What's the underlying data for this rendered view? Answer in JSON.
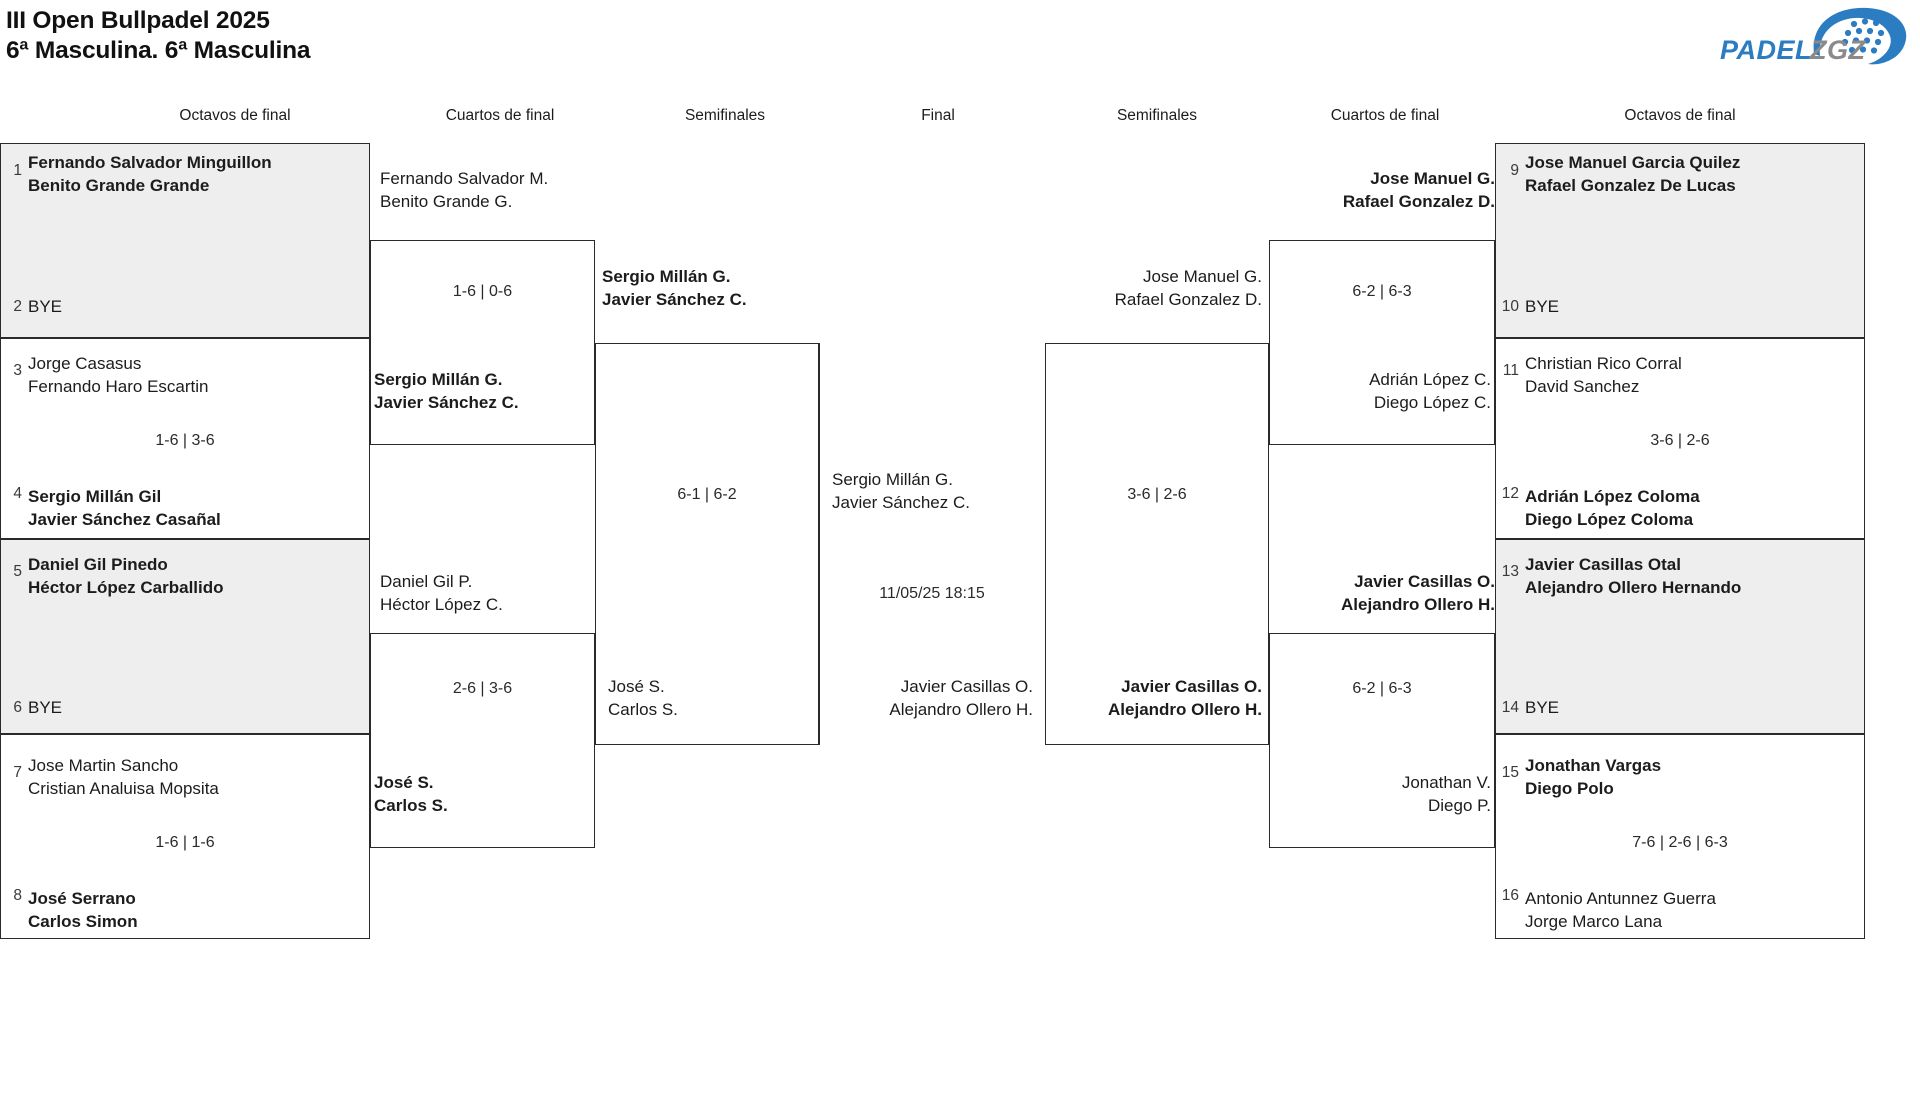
{
  "header": {
    "title_line1": "III Open Bullpadel 2025",
    "title_line2": "6ª Masculina. 6ª Masculina",
    "logo_primary": "PADEL",
    "logo_secondary": "ZGZ",
    "brand_blue": "#2b7cc0",
    "brand_gray": "#8a8a8a"
  },
  "rounds": {
    "r16_left": "Octavos de final",
    "qf_left": "Cuartos de final",
    "sf_left": "Semifinales",
    "final": "Final",
    "sf_right": "Semifinales",
    "qf_right": "Cuartos de final",
    "r16_right": "Octavos de final"
  },
  "bracket": {
    "left": {
      "round16": [
        {
          "seed_top": "1",
          "top_p1": "Fernando Salvador Minguillon",
          "top_p2": "Benito Grande Grande",
          "top_winner": true,
          "seed_bottom": "2",
          "bottom_p1": "BYE",
          "bottom_p2": "",
          "bottom_winner": false,
          "score": "",
          "shaded": true
        },
        {
          "seed_top": "3",
          "top_p1": "Jorge Casasus",
          "top_p2": "Fernando Haro Escartin",
          "top_winner": false,
          "seed_bottom": "4",
          "bottom_p1": "Sergio Millán Gil",
          "bottom_p2": "Javier Sánchez Casañal",
          "bottom_winner": true,
          "score": "1-6 | 3-6",
          "shaded": false
        },
        {
          "seed_top": "5",
          "top_p1": "Daniel Gil Pinedo",
          "top_p2": "Héctor López Carballido",
          "top_winner": true,
          "seed_bottom": "6",
          "bottom_p1": "BYE",
          "bottom_p2": "",
          "bottom_winner": false,
          "score": "",
          "shaded": true
        },
        {
          "seed_top": "7",
          "top_p1": "Jose Martin Sancho",
          "top_p2": "Cristian Analuisa Mopsita",
          "top_winner": false,
          "seed_bottom": "8",
          "bottom_p1": "José Serrano",
          "bottom_p2": "Carlos Simon",
          "bottom_winner": true,
          "score": "1-6 | 1-6",
          "shaded": false
        }
      ],
      "quarters": [
        {
          "top_p1": "Fernando Salvador M.",
          "top_p2": "Benito Grande G.",
          "top_winner": false,
          "bottom_p1": "Sergio Millán G.",
          "bottom_p2": "Javier Sánchez C.",
          "bottom_winner": true,
          "score": "1-6 | 0-6"
        },
        {
          "top_p1": "Daniel Gil P.",
          "top_p2": "Héctor López C.",
          "top_winner": false,
          "bottom_p1": "José S.",
          "bottom_p2": "Carlos S.",
          "bottom_winner": true,
          "score": "2-6 | 3-6"
        }
      ],
      "semi": {
        "top_p1": "Sergio Millán G.",
        "top_p2": "Javier Sánchez C.",
        "top_winner": true,
        "bottom_p1": "José S.",
        "bottom_p2": "Carlos S.",
        "bottom_winner": false,
        "score": "6-1 | 6-2"
      }
    },
    "final": {
      "top_p1": "Sergio Millán G.",
      "top_p2": "Javier Sánchez C.",
      "bottom_p1": "Javier Casillas O.",
      "bottom_p2": "Alejandro Ollero H.",
      "datetime": "11/05/25 18:15"
    },
    "right": {
      "round16": [
        {
          "seed_top": "9",
          "top_p1": "Jose Manuel Garcia Quilez",
          "top_p2": "Rafael Gonzalez De Lucas",
          "top_winner": true,
          "seed_bottom": "10",
          "bottom_p1": "BYE",
          "bottom_p2": "",
          "bottom_winner": false,
          "score": "",
          "shaded": true
        },
        {
          "seed_top": "11",
          "top_p1": "Christian Rico Corral",
          "top_p2": "David Sanchez",
          "top_winner": false,
          "seed_bottom": "12",
          "bottom_p1": "Adrián López Coloma",
          "bottom_p2": "Diego López Coloma",
          "bottom_winner": true,
          "score": "3-6 | 2-6",
          "shaded": false
        },
        {
          "seed_top": "13",
          "top_p1": "Javier Casillas Otal",
          "top_p2": "Alejandro Ollero Hernando",
          "top_winner": true,
          "seed_bottom": "14",
          "bottom_p1": "BYE",
          "bottom_p2": "",
          "bottom_winner": false,
          "score": "",
          "shaded": true
        },
        {
          "seed_top": "15",
          "top_p1": "Jonathan Vargas",
          "top_p2": "Diego Polo",
          "top_winner": true,
          "seed_bottom": "16",
          "bottom_p1": "Antonio Antunnez Guerra",
          "bottom_p2": "Jorge Marco Lana",
          "bottom_winner": false,
          "score": "7-6 | 2-6 | 6-3"
        }
      ],
      "quarters": [
        {
          "top_p1": "Jose Manuel G.",
          "top_p2": "Rafael Gonzalez D.",
          "top_winner": true,
          "bottom_p1": "Adrián López C.",
          "bottom_p2": "Diego López C.",
          "bottom_winner": false,
          "score": "6-2 | 6-3"
        },
        {
          "top_p1": "Javier Casillas O.",
          "top_p2": "Alejandro Ollero H.",
          "top_winner": true,
          "bottom_p1": "Jonathan V.",
          "bottom_p2": "Diego P.",
          "bottom_winner": false,
          "score": "6-2 | 6-3"
        }
      ],
      "semi": {
        "top_p1": "Jose Manuel G.",
        "top_p2": "Rafael Gonzalez D.",
        "top_winner": false,
        "bottom_p1": "Javier Casillas O.",
        "bottom_p2": "Alejandro Ollero H.",
        "bottom_winner": true,
        "score": "3-6 | 2-6"
      }
    }
  }
}
